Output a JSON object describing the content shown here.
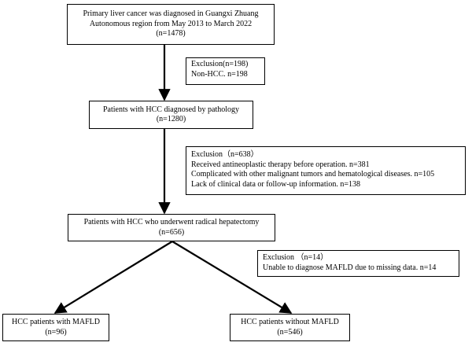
{
  "boxes": {
    "diagnosed": {
      "lines": [
        "Primary liver cancer was diagnosed in Guangxi Zhuang",
        "Autonomous region from May 2013 to March 2022",
        "(n=1478)"
      ]
    },
    "exclusion1": {
      "lines": [
        "Exclusion(n=198)",
        "Non-HCC. n=198"
      ]
    },
    "pathology": {
      "lines": [
        "Patients with HCC diagnosed by pathology",
        "(n=1280)"
      ]
    },
    "exclusion2": {
      "lines": [
        "Exclusion（n=638）",
        "Received antineoplastic therapy before operation. n=381",
        "Complicated with other malignant tumors and hematological diseases. n=105",
        "Lack of clinical data or follow-up information. n=138"
      ]
    },
    "hepatectomy": {
      "lines": [
        "Patients with HCC who underwent radical hepatectomy",
        "(n=656)"
      ]
    },
    "exclusion3": {
      "lines": [
        "Exclusion （n=14）",
        "Unable to diagnose MAFLD due to missing data. n=14"
      ]
    },
    "with_mafld": {
      "lines": [
        "HCC patients with MAFLD",
        "(n=96)"
      ]
    },
    "without_mafld": {
      "lines": [
        "HCC patients without MAFLD",
        "(n=546)"
      ]
    }
  }
}
